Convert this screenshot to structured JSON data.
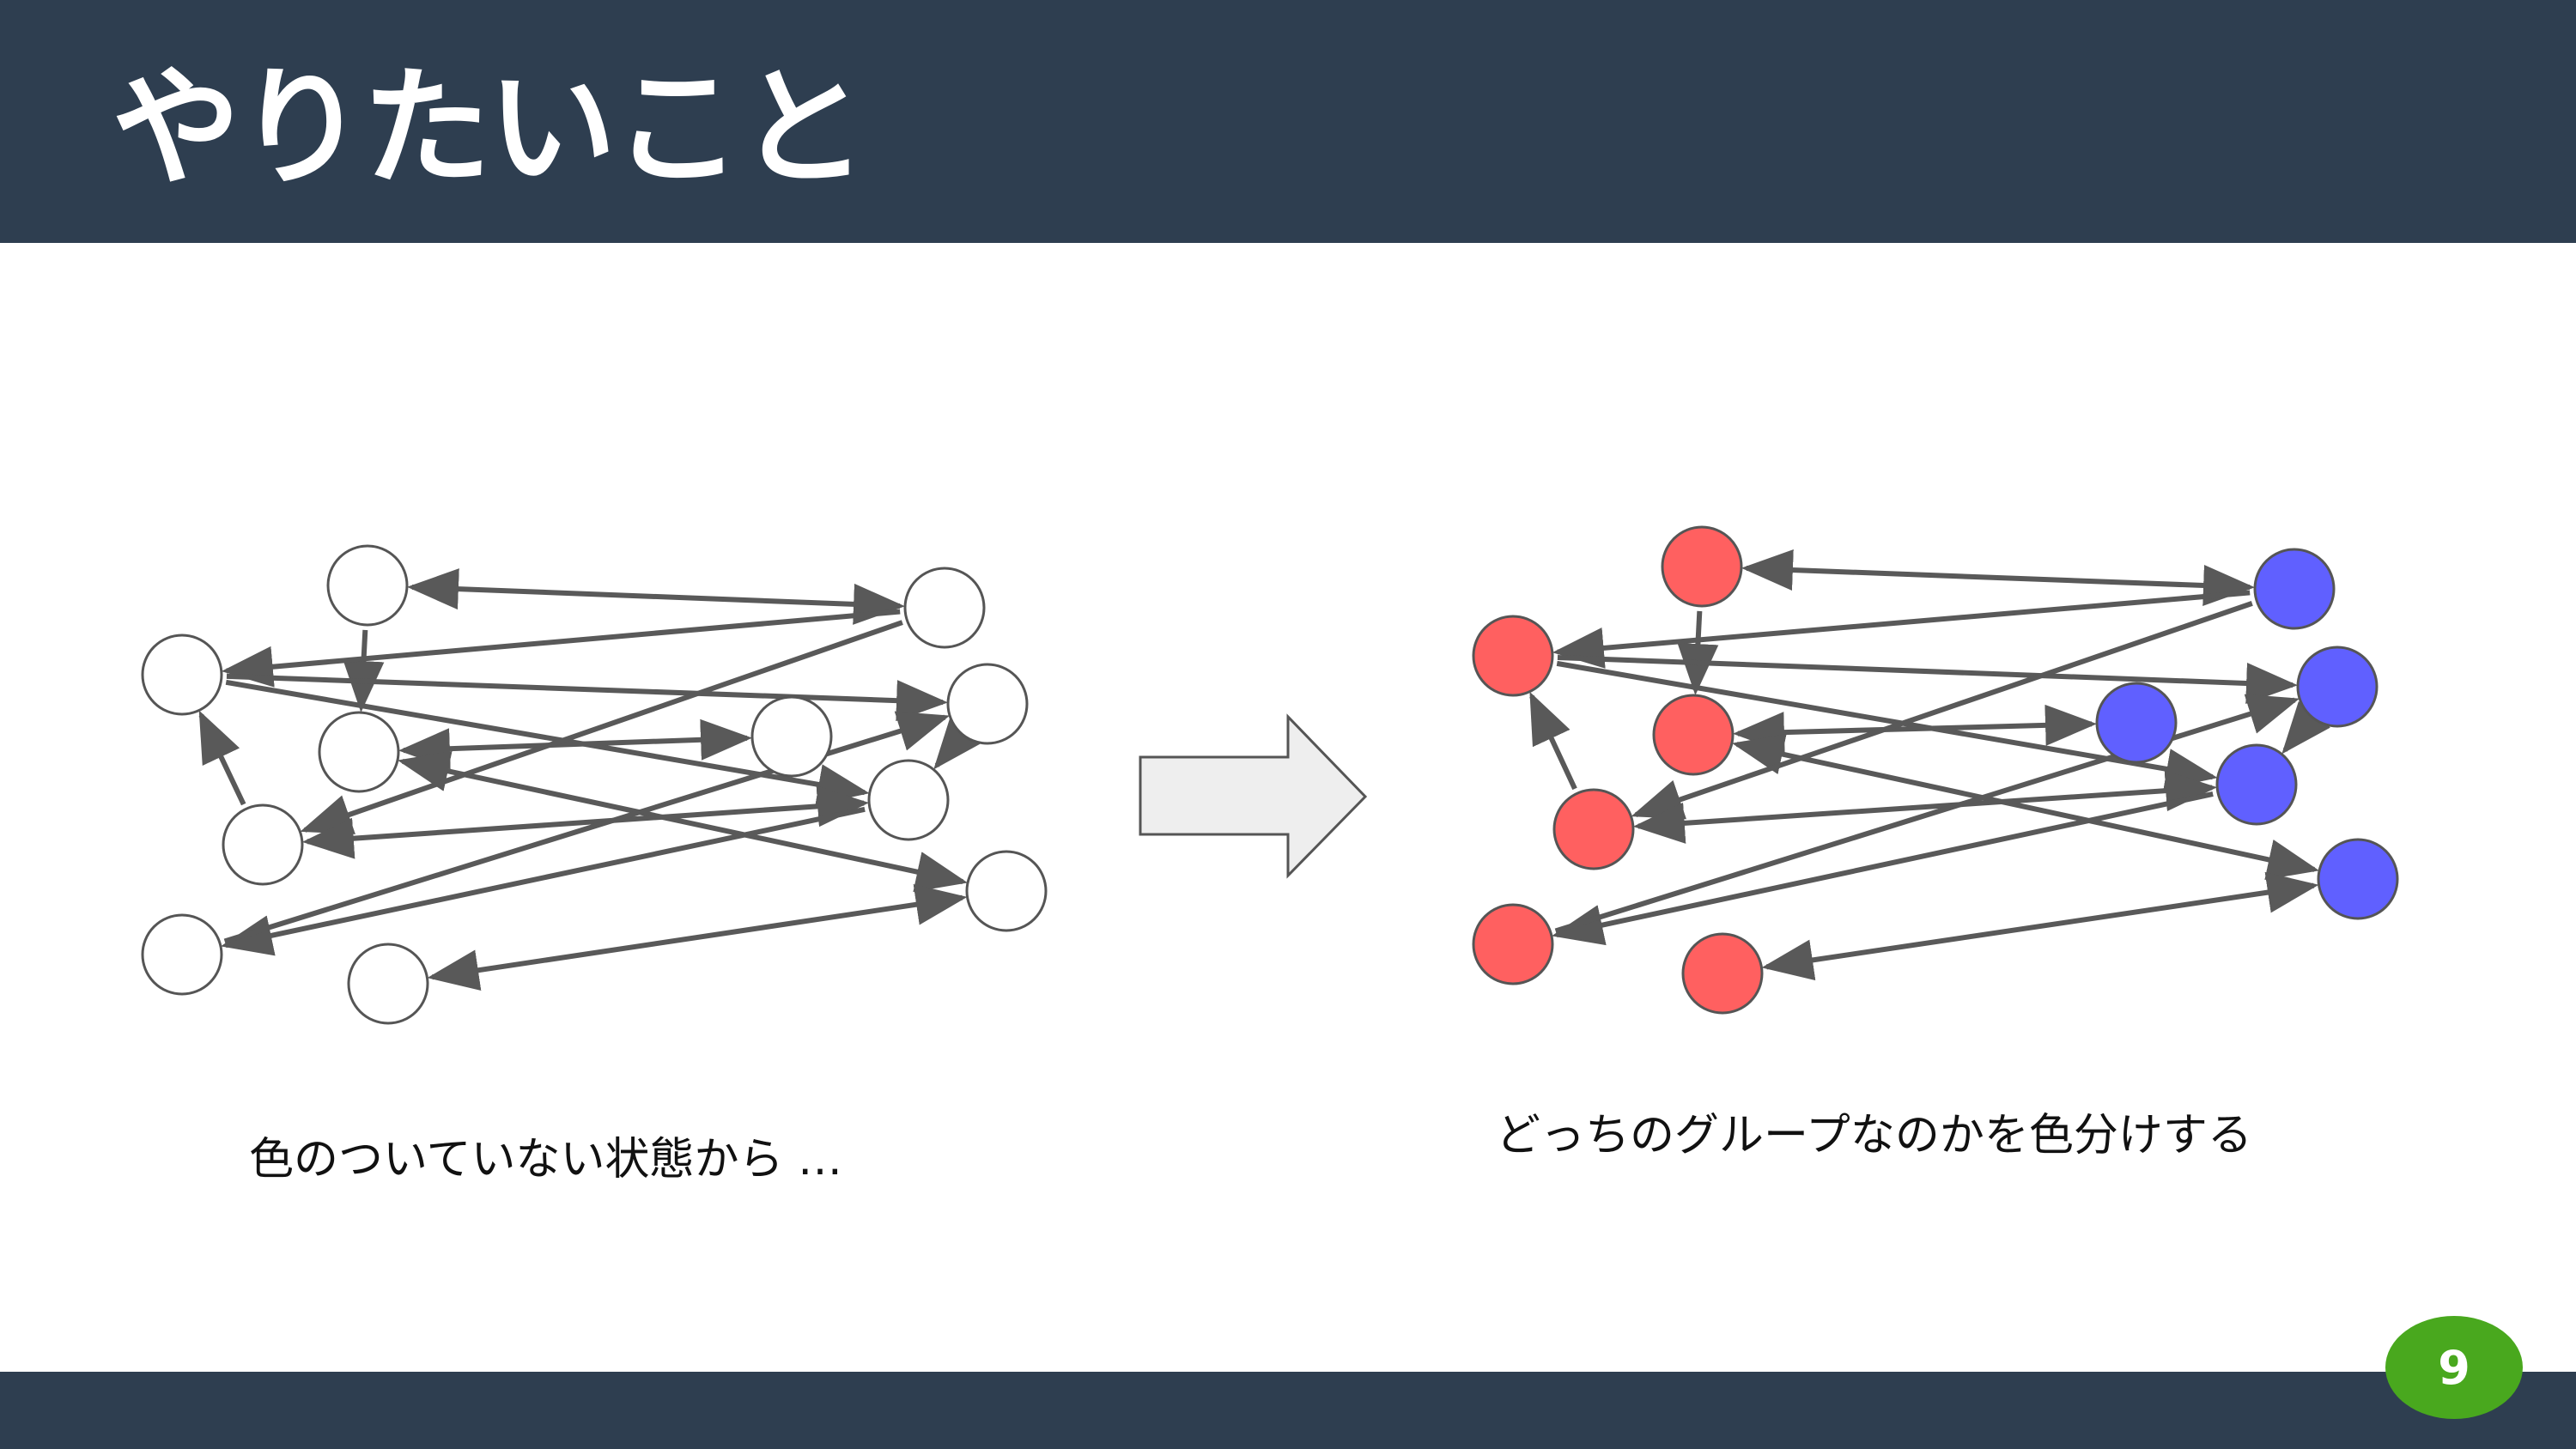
{
  "slide": {
    "title": "やりたいこと",
    "page_number": "9",
    "caption_before": "色のついていない状態から …",
    "caption_after": "どっちのグループなのかを色分けする"
  },
  "colors": {
    "header_bg": "#2e3e50",
    "footer_bg": "#2e3e50",
    "page_badge": "#49a81e",
    "node_uncolored": "#ffffff",
    "group_red": "#ff6060",
    "group_blue": "#6060ff",
    "edge": "#595959",
    "arrow_fill": "#eeeeee"
  },
  "graph": {
    "nodes": [
      {
        "id": "A",
        "group": "red"
      },
      {
        "id": "B",
        "group": "red"
      },
      {
        "id": "C",
        "group": "red"
      },
      {
        "id": "D",
        "group": "red"
      },
      {
        "id": "E",
        "group": "red"
      },
      {
        "id": "F",
        "group": "red"
      },
      {
        "id": "G",
        "group": "blue"
      },
      {
        "id": "H",
        "group": "blue"
      },
      {
        "id": "I",
        "group": "blue"
      },
      {
        "id": "J",
        "group": "blue"
      },
      {
        "id": "K",
        "group": "blue"
      }
    ],
    "edges": [
      {
        "from": "A",
        "to": "G",
        "dir": "both"
      },
      {
        "from": "A",
        "to": "C",
        "dir": "forward"
      },
      {
        "from": "D",
        "to": "B",
        "dir": "forward"
      },
      {
        "from": "G",
        "to": "B",
        "dir": "forward"
      },
      {
        "from": "B",
        "to": "H",
        "dir": "forward"
      },
      {
        "from": "B",
        "to": "J",
        "dir": "forward"
      },
      {
        "from": "C",
        "to": "I",
        "dir": "both"
      },
      {
        "from": "C",
        "to": "K",
        "dir": "both"
      },
      {
        "from": "G",
        "to": "D",
        "dir": "forward"
      },
      {
        "from": "D",
        "to": "J",
        "dir": "both"
      },
      {
        "from": "J",
        "to": "E",
        "dir": "forward"
      },
      {
        "from": "E",
        "to": "H",
        "dir": "forward"
      },
      {
        "from": "H",
        "to": "J",
        "dir": "forward"
      },
      {
        "from": "F",
        "to": "K",
        "dir": "both"
      }
    ]
  }
}
